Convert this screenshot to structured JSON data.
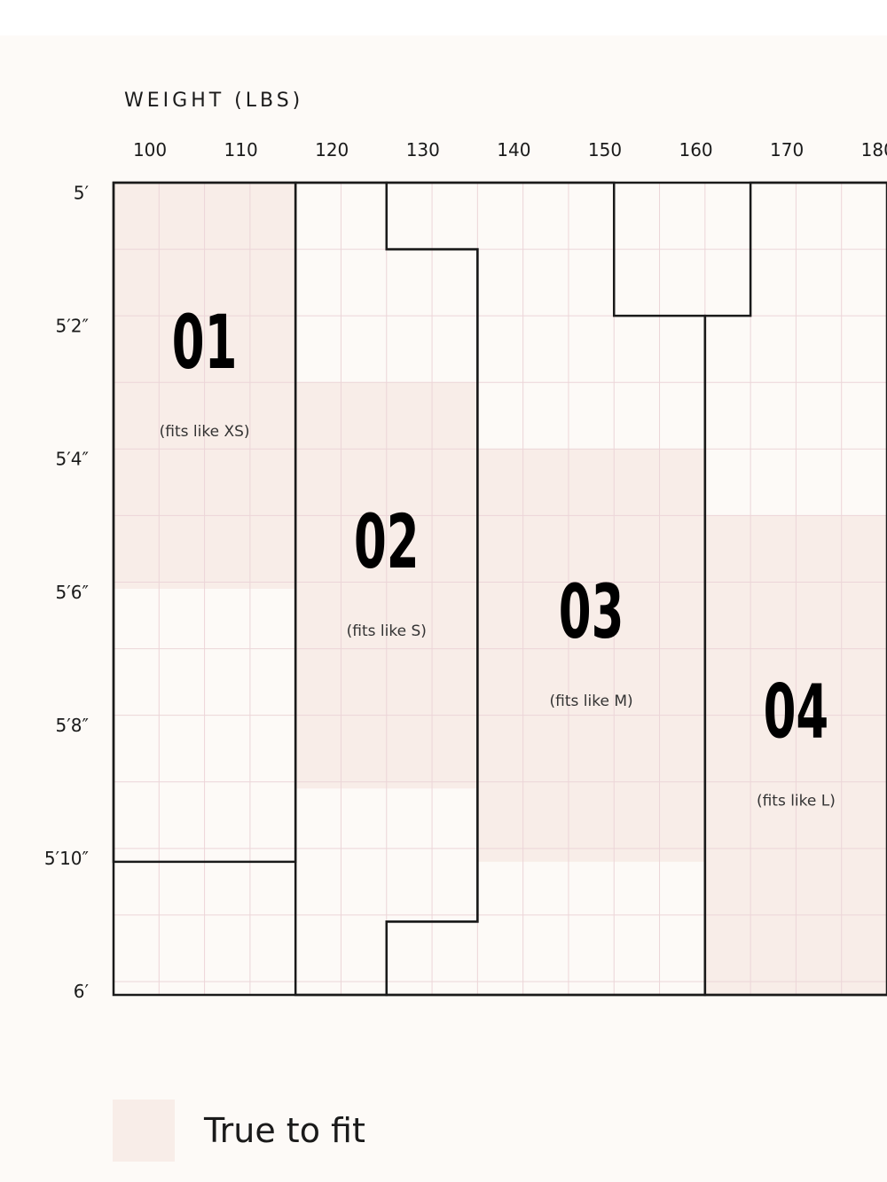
{
  "chart_data": {
    "type": "heatmap",
    "x_axis": {
      "label": "WEIGHT (LBS)",
      "ticks": [
        100,
        110,
        120,
        130,
        140,
        150,
        160,
        170,
        180
      ],
      "tick_labels": [
        "100",
        "110",
        "120",
        "130",
        "140",
        "150",
        "160",
        "170",
        "180"
      ]
    },
    "y_axis": {
      "ticks": [
        60,
        62,
        64,
        66,
        68,
        70,
        72
      ],
      "tick_labels": [
        "5′",
        "5′2″",
        "5′4″",
        "5′6″",
        "5′8″",
        "5′10″",
        "6′"
      ]
    },
    "sizes": [
      {
        "label": "01",
        "fit": "(fits like XS)",
        "outline": [
          [
            98,
            60
          ],
          [
            118,
            60
          ],
          [
            118,
            70.2
          ],
          [
            98,
            70.2
          ]
        ],
        "true_fit": {
          "weight": [
            98,
            118
          ],
          "height": [
            60,
            66.1
          ]
        }
      },
      {
        "label": "02",
        "fit": "(fits like S)",
        "outline": [
          [
            118,
            60
          ],
          [
            128,
            60
          ],
          [
            128,
            61
          ],
          [
            138,
            61
          ],
          [
            138,
            71.1
          ],
          [
            128,
            71.1
          ],
          [
            128,
            72.2
          ],
          [
            118,
            72.2
          ]
        ],
        "true_fit": {
          "weight": [
            118,
            138
          ],
          "height": [
            63,
            69.1
          ]
        }
      },
      {
        "label": "03",
        "fit": "(fits like M)",
        "outline": [
          [
            128,
            60
          ],
          [
            153,
            60
          ],
          [
            153,
            62
          ],
          [
            163,
            62
          ],
          [
            163,
            72.2
          ],
          [
            128,
            72.2
          ],
          [
            128,
            71.1
          ],
          [
            138,
            71.1
          ],
          [
            138,
            61
          ],
          [
            128,
            61
          ]
        ],
        "true_fit": {
          "weight": [
            138,
            163
          ],
          "height": [
            64,
            70.2
          ]
        }
      },
      {
        "label": "04",
        "fit": "(fits like L)",
        "outline": [
          [
            168,
            60
          ],
          [
            183,
            60
          ],
          [
            183,
            72.2
          ],
          [
            163,
            72.2
          ],
          [
            163,
            62
          ],
          [
            168,
            62
          ]
        ],
        "true_fit": {
          "weight": [
            163,
            183
          ],
          "height": [
            65,
            72.2
          ]
        }
      }
    ],
    "legend": [
      {
        "label": "True to fit",
        "color": "#f8ede8"
      }
    ],
    "grid": true,
    "colors": {
      "true_fit": "#f8ede8",
      "grid": "#ecd5d8",
      "outline": "#1a1a1a"
    }
  }
}
